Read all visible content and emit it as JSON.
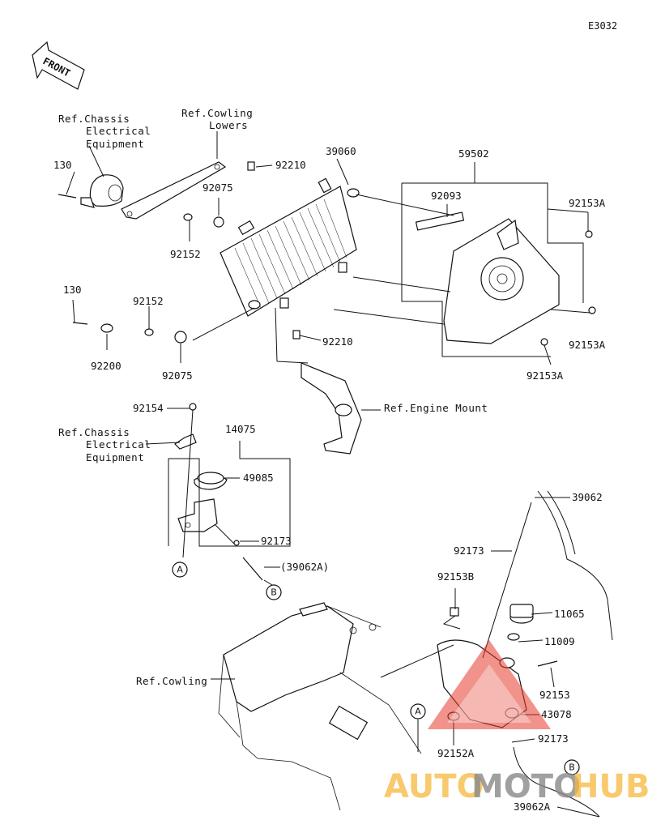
{
  "diagram_code": "E3032",
  "front_label": "FRONT",
  "refs": {
    "chassis_top": [
      "Ref.Chassis",
      "Electrical",
      "Equipment"
    ],
    "cowling_lowers": [
      "Ref.Cowling",
      "Lowers"
    ],
    "engine_mount": "Ref.Engine Mount",
    "chassis_mid": [
      "Ref.Chassis",
      "Electrical",
      "Equipment"
    ],
    "cowling": "Ref.Cowling"
  },
  "parts": {
    "p130_top": "130",
    "p92075_top": "92075",
    "p92210_top": "92210",
    "p39060": "39060",
    "p59502": "59502",
    "p92093": "92093",
    "p92153A_1": "92153A",
    "p92152_top": "92152",
    "p130_mid": "130",
    "p92152_mid": "92152",
    "p92200": "92200",
    "p92075_mid": "92075",
    "p92210_mid": "92210",
    "p92153A_2": "92153A",
    "p92153A_3": "92153A",
    "p92154": "92154",
    "p14075": "14075",
    "p49085": "49085",
    "p92173_a": "92173",
    "p39062A_paren": "(39062A)",
    "p39062": "39062",
    "p92173_b": "92173",
    "p92153B": "92153B",
    "p11065": "11065",
    "p11009": "11009",
    "p92153": "92153",
    "p43078": "43078",
    "p92173_c": "92173",
    "p92152A": "92152A",
    "p39062A": "39062A"
  },
  "connectors": {
    "a1": "A",
    "b1": "B",
    "a2": "A",
    "b2": "B"
  },
  "watermark": {
    "auto": "AUTO",
    "moto": "MOTO",
    "hub": "HUB"
  }
}
